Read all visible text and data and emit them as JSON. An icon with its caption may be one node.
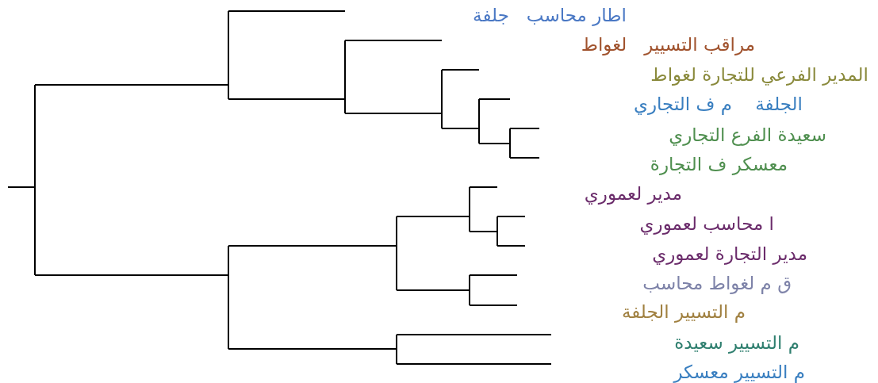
{
  "diagram": {
    "labels": [
      "اطار محاسب   جلفة",
      "مراقب التسيير   لغواط",
      "المدير الفرعي للتجارة لغواط",
      "الجلفة    م ف التجاري",
      "سعيدة الفرع التجاري",
      "معسكر ف التجارة",
      "مدير لعموري",
      "ا محاسب لعموري",
      "مدير التجارة لعموري",
      "ق م لغواط محاسب",
      "م التسيير الجلفة",
      "م التسيير سعيدة",
      "م التسيير معسكر"
    ]
  }
}
